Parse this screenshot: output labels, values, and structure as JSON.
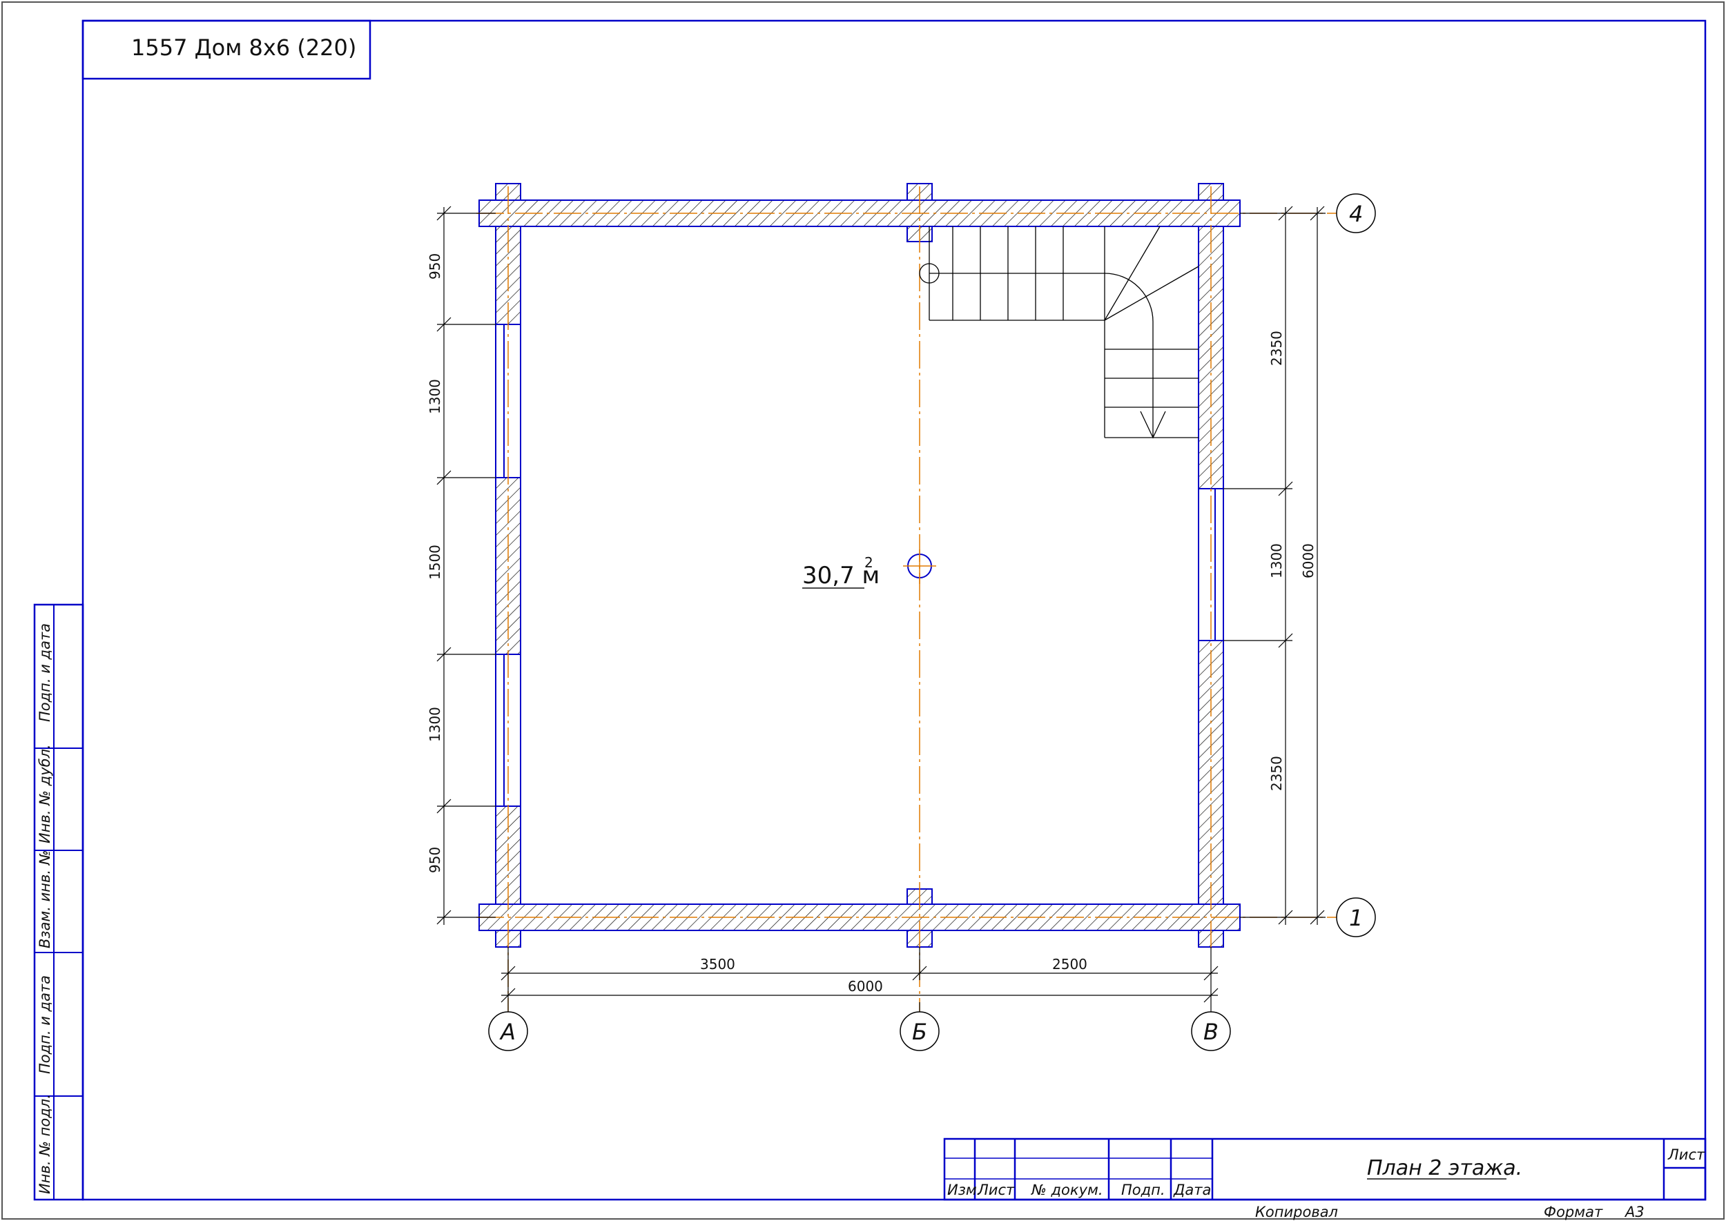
{
  "project_title": "1557 Дом 8х6 (220)",
  "plan": {
    "area": "30,7 м",
    "area_sup": "2",
    "stair_arrow": "arrow-down-icon"
  },
  "axes": {
    "a": "А",
    "b": "Б",
    "v": "В",
    "one": "1",
    "four": "4"
  },
  "dims": {
    "left": [
      "950",
      "1300",
      "1500",
      "1300",
      "950"
    ],
    "right": [
      "2350",
      "1300",
      "2350"
    ],
    "right_total": "6000",
    "bottom": [
      "3500",
      "2500"
    ],
    "bottom_total": "6000"
  },
  "side_stamp": [
    "Подп. и дата",
    "Инв. № дубл.",
    "Взам. инв. №",
    "Подп. и дата",
    "Инв. № подл."
  ],
  "title_block": {
    "headers": [
      "Изм.",
      "Лист",
      "№ докум.",
      "Подп.",
      "Дата"
    ],
    "sheet_name": "План 2 этажа.",
    "sheet_label": "Лист",
    "copied": "Копировал",
    "format_label": "Формат",
    "format_value": "А3"
  },
  "colors": {
    "frame_lines": "#0000c8",
    "center_lines": "#e07a00",
    "hatch": "#000000"
  }
}
